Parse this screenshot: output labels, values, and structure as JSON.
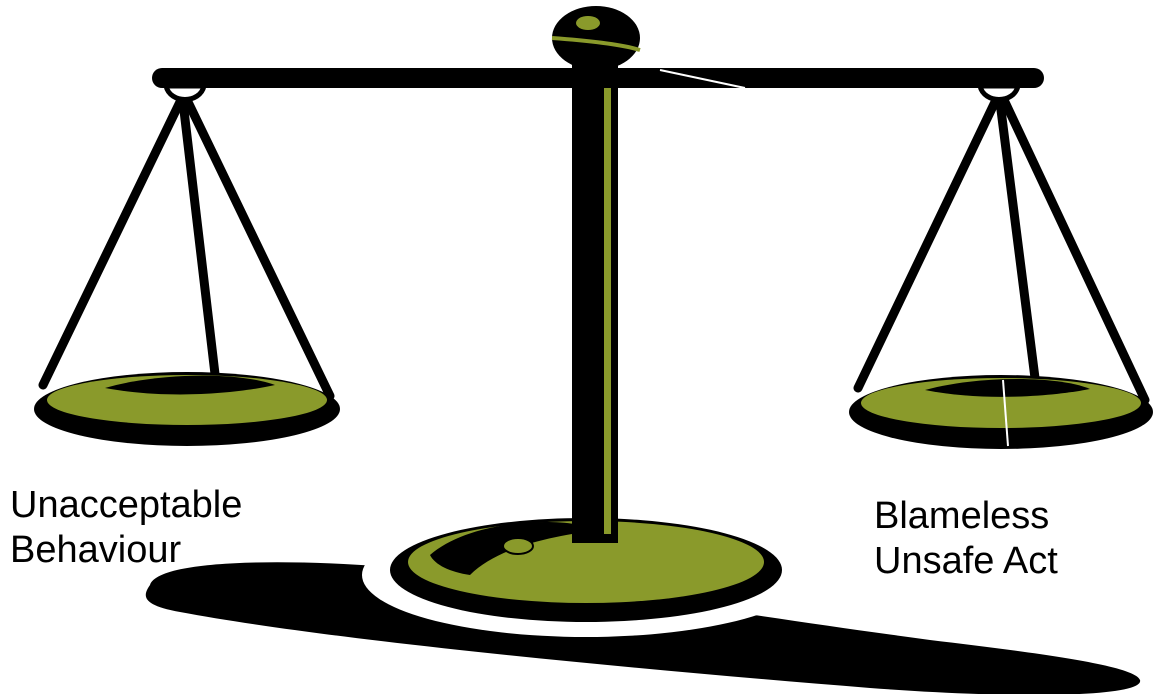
{
  "labels": {
    "left_line1": "Unacceptable",
    "left_line2": "Behaviour",
    "right_line1": "Blameless",
    "right_line2": "Unsafe Act"
  },
  "colors": {
    "ink": "#000000",
    "olive": "#8a9a2b",
    "background": "#ffffff"
  },
  "icons": [
    "balance-scale-icon"
  ]
}
